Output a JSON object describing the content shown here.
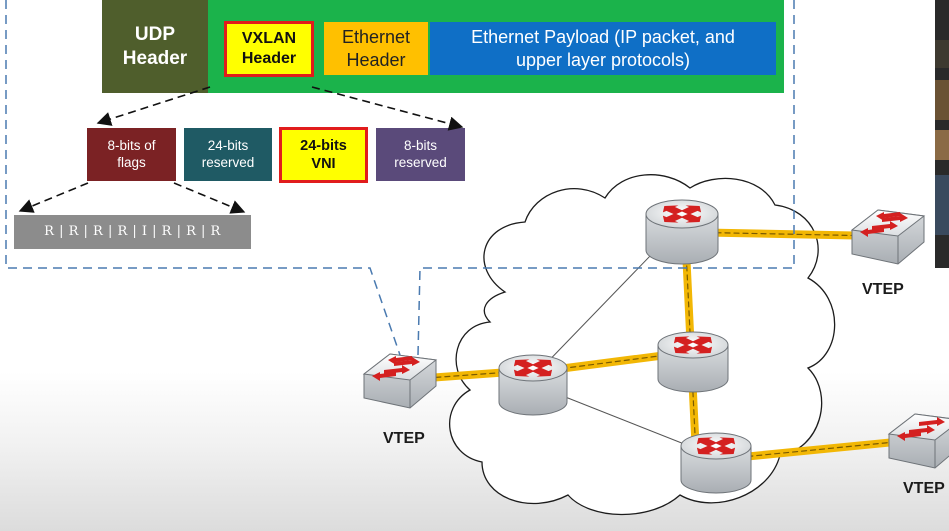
{
  "header": {
    "udp": "UDP\nHeader",
    "vxlan": "VXLAN\nHeader",
    "ethernet": "Ethernet\nHeader",
    "payload": "Ethernet Payload (IP packet, and\nupper layer protocols)"
  },
  "fields": {
    "flags": "8-bits of\nflags",
    "reserved24": "24-bits\nreserved",
    "vni": "24-bits\nVNI",
    "reserved8": "8-bits\nreserved"
  },
  "flag_bits": "R | R | R | R | I | R | R | R",
  "vteps": {
    "left": "VTEP",
    "top_right": "VTEP",
    "bottom_right": "VTEP"
  },
  "colors": {
    "udp": "#4f5e2c",
    "outer": "#1bb34b",
    "vxlan": "#ffff00",
    "highlight_border": "#e11c1c",
    "ethernet": "#ffc000",
    "payload": "#0f6fc6",
    "flags": "#7b2224",
    "reserved24": "#1f5a64",
    "reserved8": "#5a4a7a",
    "link": "#f2b705",
    "dashed_callout": "#4a7ab0"
  },
  "icons": [
    "router-icon",
    "switch-icon",
    "cloud-icon"
  ]
}
